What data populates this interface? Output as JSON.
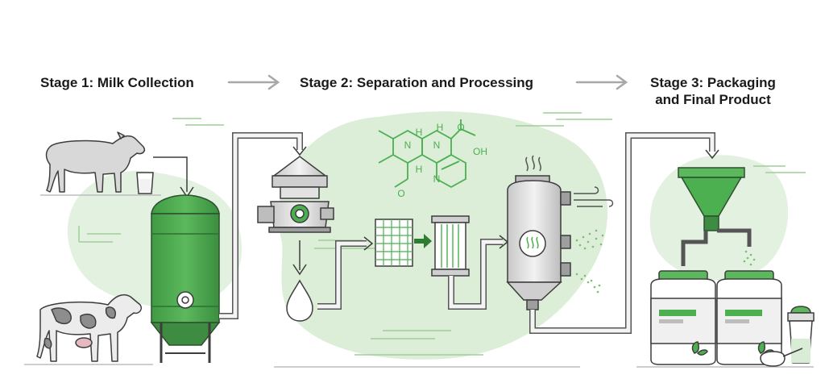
{
  "stages": [
    {
      "label": "Stage 1: Milk Collection"
    },
    {
      "label": "Stage 2: Separation and Processing"
    },
    {
      "label": "Stage 3: Packaging",
      "label_line2": "and Final Product"
    }
  ],
  "molecule": {
    "atoms": [
      "H",
      "N",
      "N",
      "H",
      "OH",
      "O",
      "N",
      "H",
      "O"
    ]
  },
  "colors": {
    "accent": "#4caf50",
    "accent_dark": "#2e7d32",
    "blob": "#d9ecd6",
    "outline": "#3d3d3d",
    "metal": "#d6d6d6",
    "arrow_gray": "#a8a8a8"
  },
  "icons": [
    "cow-icon",
    "milk-glass-icon",
    "storage-tank-icon",
    "centrifuge-icon",
    "milk-drop-icon",
    "mesh-filter-icon",
    "membrane-filter-icon",
    "spray-dryer-icon",
    "funnel-icon",
    "protein-tub-icon",
    "shaker-bottle-icon",
    "scoop-icon",
    "leaf-icon"
  ]
}
